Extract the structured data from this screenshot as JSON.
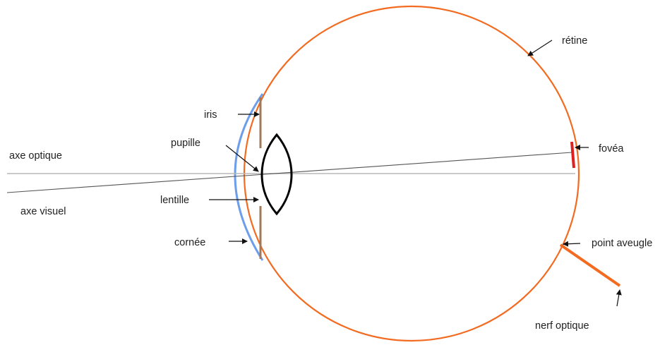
{
  "labels": {
    "retine": "rétine",
    "iris": "iris",
    "pupille": "pupille",
    "axe_optique": "axe optique",
    "fovea": "fovéa",
    "lentille": "lentille",
    "axe_visuel": "axe visuel",
    "cornee": "cornée",
    "point_aveugle": "point aveugle",
    "nerf_optique": "nerf optique"
  },
  "colors": {
    "globe": "#f26b21",
    "cornea": "#6d9eeb",
    "iris": "#a0785a",
    "lens": "#000000",
    "fovea": "#e02020",
    "axis": "#b8b8b8",
    "visual_axis": "#555555",
    "arrow": "#111111"
  }
}
